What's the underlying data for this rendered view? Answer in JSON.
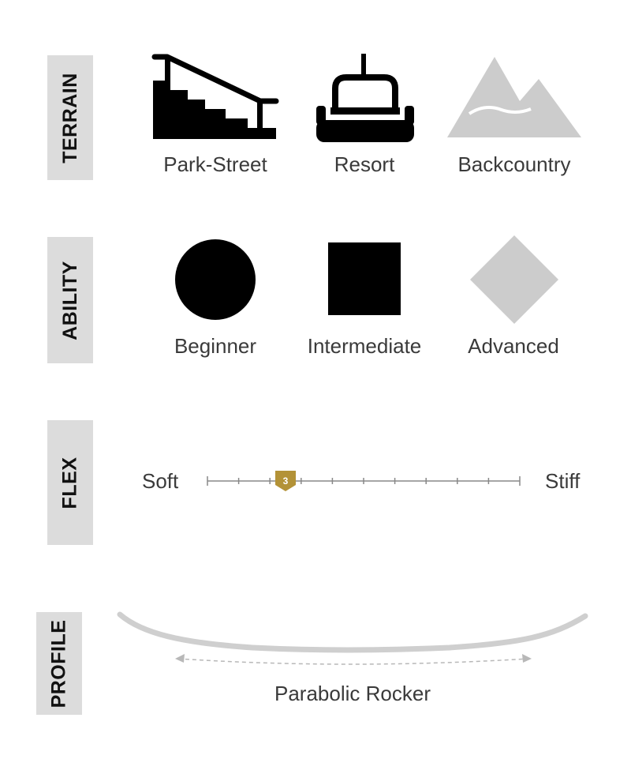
{
  "colors": {
    "active": "#000000",
    "inactive": "#cccccc",
    "label_bg": "#dcdcdc",
    "flex_marker": "#b39237",
    "profile_line": "#cfcfcf"
  },
  "terrain": {
    "label": "TERRAIN",
    "items": [
      {
        "label": "Park-Street",
        "icon": "stairs-rail-icon",
        "active": true
      },
      {
        "label": "Resort",
        "icon": "chairlift-icon",
        "active": true
      },
      {
        "label": "Backcountry",
        "icon": "mountain-icon",
        "active": false
      }
    ]
  },
  "ability": {
    "label": "ABILITY",
    "items": [
      {
        "label": "Beginner",
        "icon": "circle-icon",
        "active": true
      },
      {
        "label": "Intermediate",
        "icon": "square-icon",
        "active": true
      },
      {
        "label": "Advanced",
        "icon": "diamond-icon",
        "active": false
      }
    ]
  },
  "flex": {
    "label": "FLEX",
    "soft_label": "Soft",
    "stiff_label": "Stiff",
    "scale_min": 1,
    "scale_max": 10,
    "value": 3,
    "value_label": "3"
  },
  "profile": {
    "label": "PROFILE",
    "name": "Parabolic Rocker"
  }
}
